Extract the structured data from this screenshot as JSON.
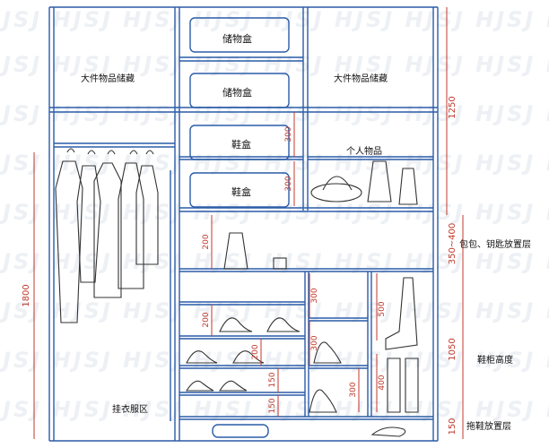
{
  "watermark": "HJSJ HJSJ HJSJ HJSJ HJSJ HJSJ HJSJ HJSJ HJSJ",
  "labels": {
    "top_left_storage": "大件物品储藏",
    "top_right_storage": "大件物品储藏",
    "storage_box_1": "储物盒",
    "storage_box_2": "储物盒",
    "shoe_box_1": "鞋盒",
    "shoe_box_2": "鞋盒",
    "personal_items": "个人物品",
    "hanging_area": "挂衣服区",
    "bag_key_shelf": "包包、钥匙放置层",
    "shoe_cabinet_height": "鞋柜高度",
    "slipper_shelf": "拖鞋放置层"
  },
  "dimensions": {
    "shoe_box_1": "300",
    "shoe_box_2": "300",
    "mid_shelf_200": "200",
    "shelf_a_200": "200",
    "shelf_b_200": "200",
    "shelf_c_150": "150",
    "shelf_d_150": "150",
    "right_col_300a": "300",
    "right_col_300b": "300",
    "right_col_300c": "300",
    "boots_500": "500",
    "boots_400": "400",
    "hang_1800": "1800",
    "top_1250": "1250",
    "shelf_350_400": "350~400",
    "cabinet_1050": "1050",
    "bottom_150": "150"
  },
  "colors": {
    "line": "#2a5ca8",
    "dimension": "#c0392b",
    "text": "#111111"
  },
  "icons": [
    "hanging-clothes-icon",
    "bag-icon",
    "shoes-icon",
    "boots-icon",
    "slippers-icon",
    "hat-icon"
  ]
}
